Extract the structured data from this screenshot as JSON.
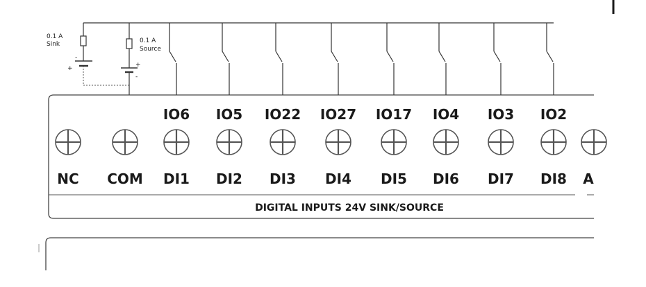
{
  "fuses": [
    {
      "current": "0.1 A",
      "mode": "Sink"
    },
    {
      "current": "0.1 A",
      "mode": "Source"
    }
  ],
  "polarity": {
    "plus": "+",
    "minus": "-"
  },
  "terminals": [
    {
      "io": "",
      "di": "NC"
    },
    {
      "io": "",
      "di": "COM"
    },
    {
      "io": "IO6",
      "di": "DI1"
    },
    {
      "io": "IO5",
      "di": "DI2"
    },
    {
      "io": "IO22",
      "di": "DI3"
    },
    {
      "io": "IO27",
      "di": "DI4"
    },
    {
      "io": "IO17",
      "di": "DI5"
    },
    {
      "io": "IO4",
      "di": "DI6"
    },
    {
      "io": "IO3",
      "di": "DI7"
    },
    {
      "io": "IO2",
      "di": "DI8"
    },
    {
      "io": "",
      "di": "A"
    }
  ],
  "group_label": "DIGITAL INPUTS 24V SINK/SOURCE",
  "colors": {
    "line": "#1a1a1a",
    "dashed": "#555555",
    "screw": "#555555",
    "box": "#444444"
  }
}
